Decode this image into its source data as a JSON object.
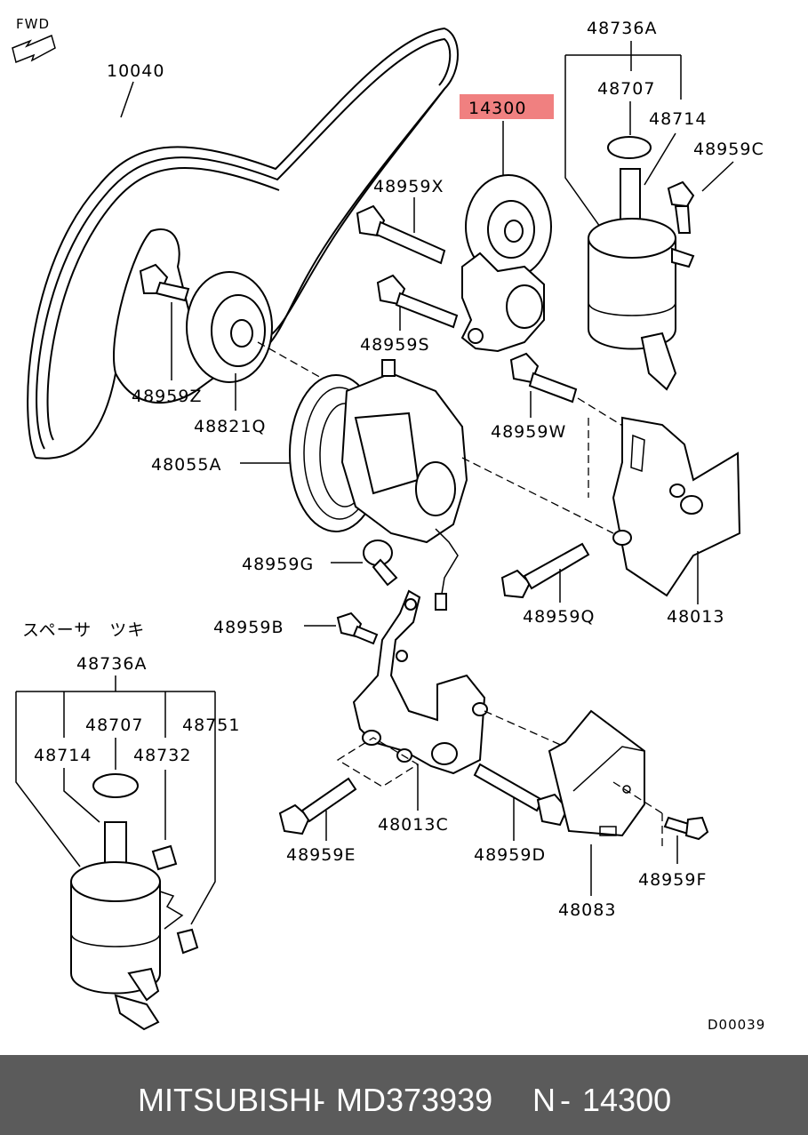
{
  "diagram": {
    "fwd_label": "FWD",
    "doc_code": "D00039",
    "spacer_note": "スペーサ　ツキ",
    "highlight_color": "#f08080",
    "parts": {
      "belt": "10040",
      "tensioner": "14300",
      "reservoir_top": "48736A",
      "cap_top": "48707",
      "strainer_top": "48714",
      "bolt_c": "48959C",
      "bolt_x": "48959X",
      "bolt_s": "48959S",
      "bolt_z": "48959Z",
      "idler": "48821Q",
      "pump": "48055A",
      "bolt_w": "48959W",
      "bolt_g": "48959G",
      "bolt_q": "48959Q",
      "bracket_main": "48013",
      "bolt_b": "48959B",
      "reservoir_bottom": "48736A",
      "cap_bottom": "48707",
      "part_48751": "48751",
      "strainer_bottom": "48714",
      "part_48732": "48732",
      "bracket_c": "48013C",
      "bolt_e": "48959E",
      "bolt_d": "48959D",
      "bolt_f": "48959F",
      "cover": "48083"
    }
  },
  "footer": {
    "brand": "MITSUBISHI",
    "separator1": "-",
    "part_number": "MD373939",
    "ref_prefix": "N",
    "separator2": "-",
    "ref_number": "14300"
  }
}
